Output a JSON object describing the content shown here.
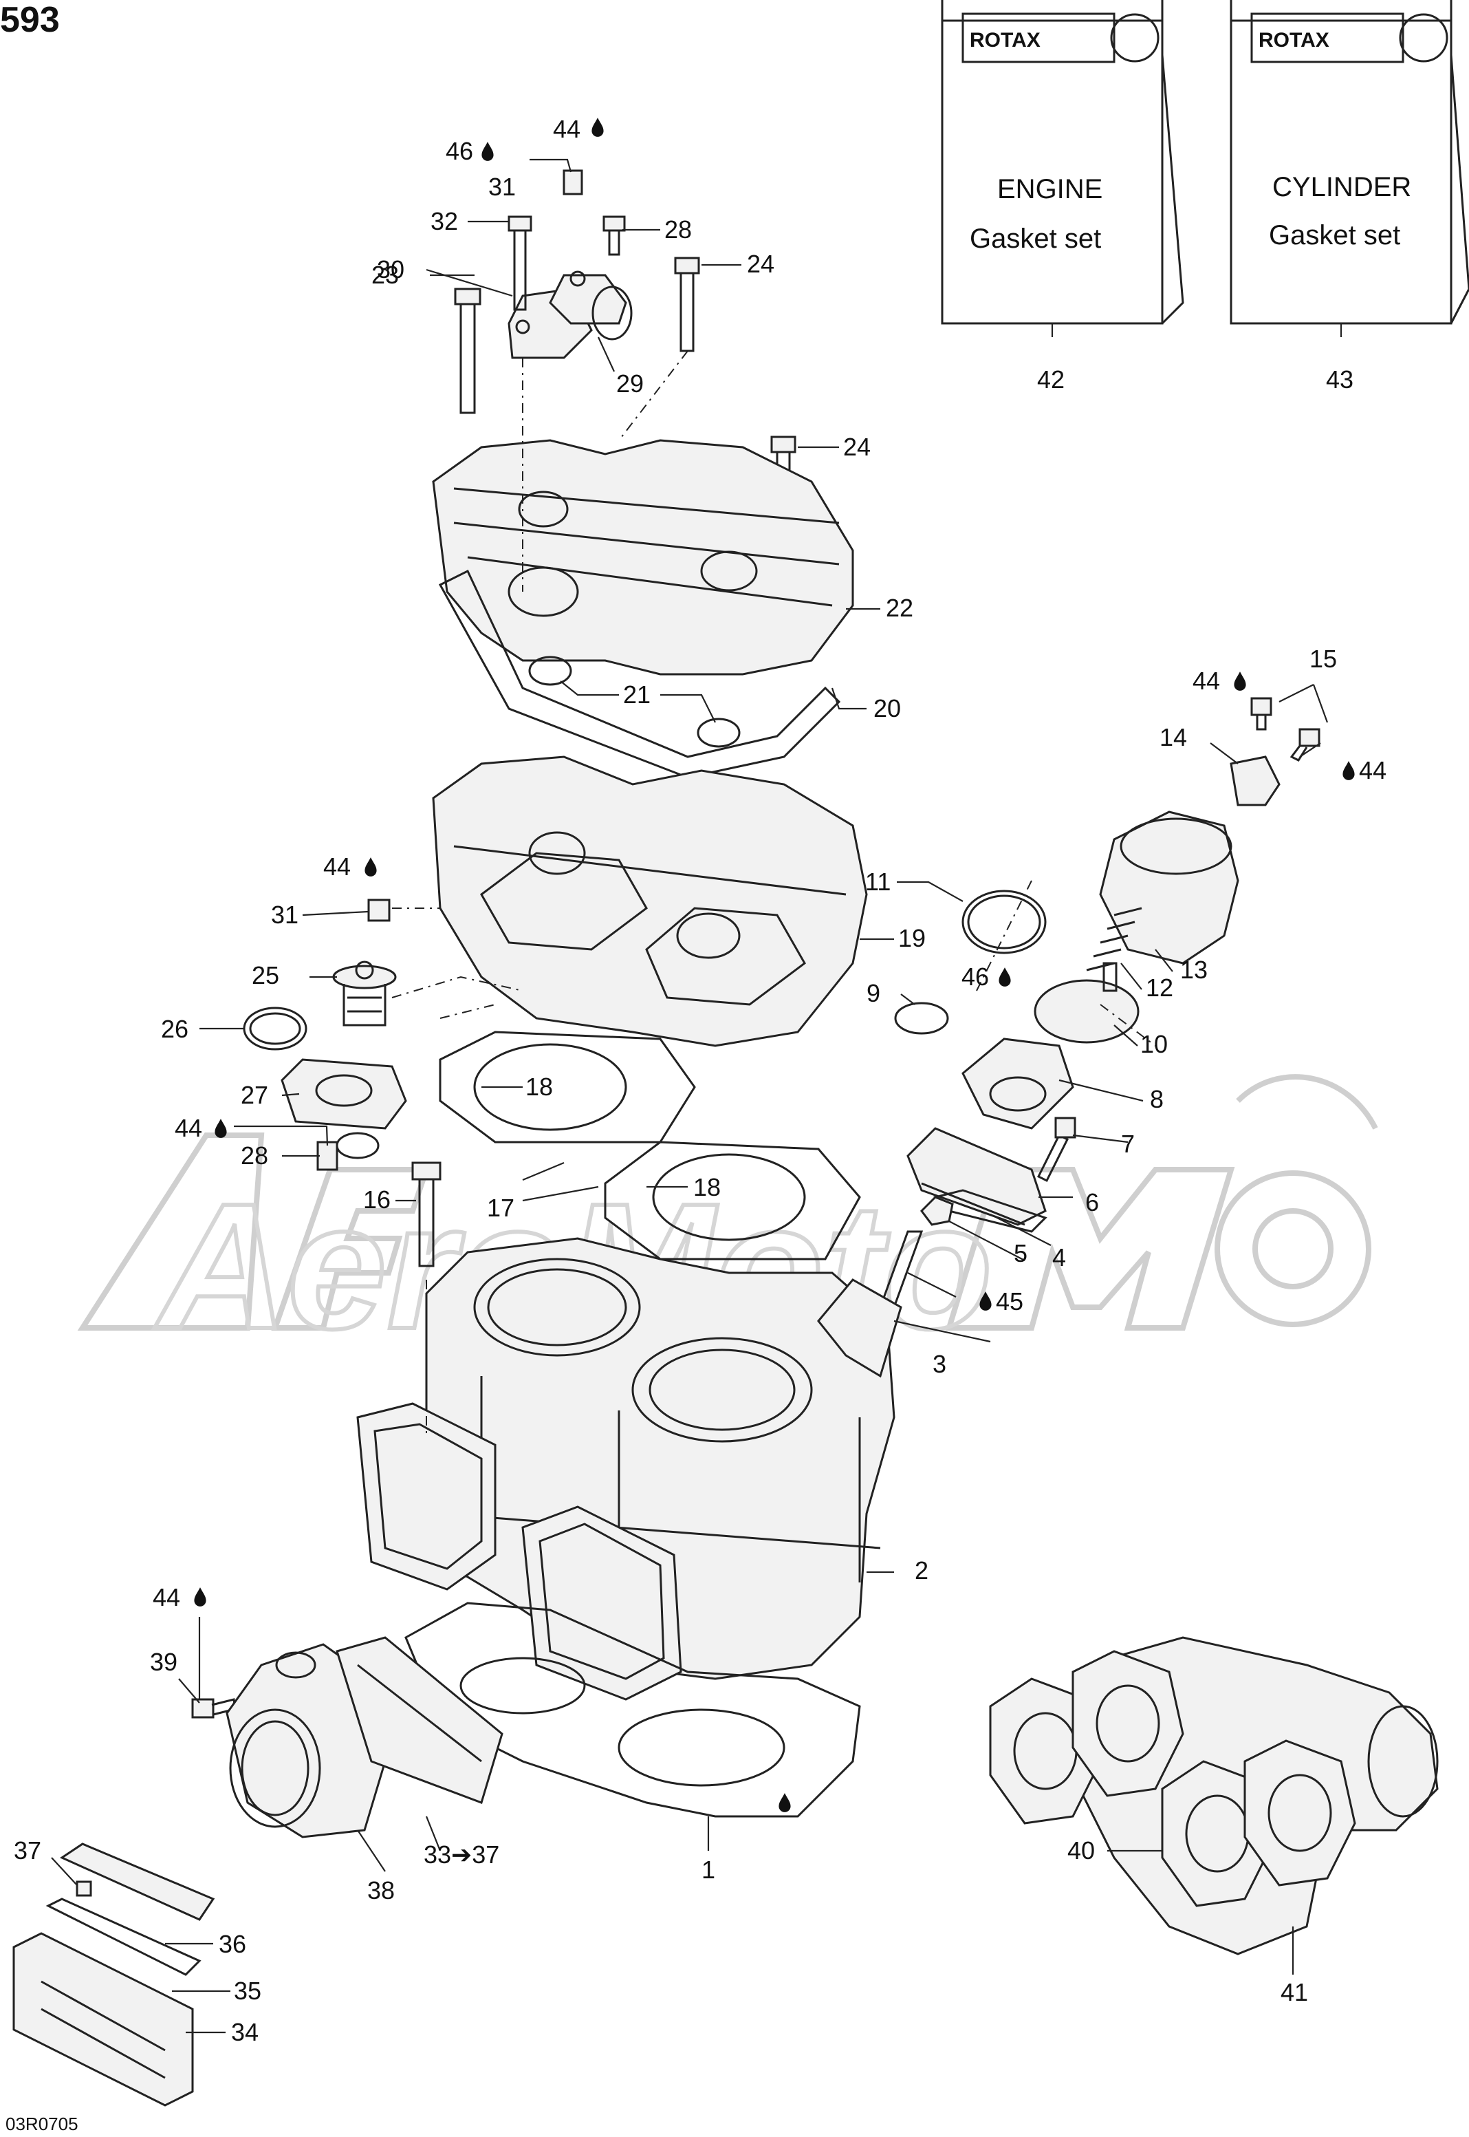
{
  "diagram_number": "593",
  "drawing_code": "03R0705",
  "watermark": "AeroMoto",
  "kits": [
    {
      "ref": "42",
      "brand": "ROTAX",
      "line1": "ENGINE",
      "line2": "Gasket set"
    },
    {
      "ref": "43",
      "brand": "ROTAX",
      "line1": "CYLINDER",
      "line2": "Gasket set"
    }
  ],
  "labels": {
    "c1": "1",
    "c2": "2",
    "c3": "3",
    "c4": "4",
    "c5": "5",
    "c6": "6",
    "c7": "7",
    "c8": "8",
    "c9": "9",
    "c10": "10",
    "c11": "11",
    "c12": "12",
    "c13": "13",
    "c14": "14",
    "c15": "15",
    "c16": "16",
    "c17": "17",
    "c18a": "18",
    "c18b": "18",
    "c19": "19",
    "c20": "20",
    "c21": "21",
    "c22": "22",
    "c23": "23",
    "c24a": "24",
    "c24b": "24",
    "c25": "25",
    "c26": "26",
    "c27": "27",
    "c28a": "28",
    "c28b": "28",
    "c29": "29",
    "c30": "30",
    "c31a": "31",
    "c31b": "31",
    "c32": "32",
    "c33": "33➔37",
    "c34": "34",
    "c35": "35",
    "c36": "36",
    "c37": "37",
    "c38": "38",
    "c39": "39",
    "c40": "40",
    "c41": "41",
    "c42": "42",
    "c43": "43",
    "l44a": "44",
    "l44b": "44",
    "l44c": "44",
    "l44d": "44",
    "l44e": "44",
    "l44f": "44",
    "l45": "45",
    "l46a": "46",
    "l46b": "46"
  },
  "colors": {
    "ink": "#222222",
    "watermark": "#cfcfcf",
    "paper": "#ffffff"
  }
}
